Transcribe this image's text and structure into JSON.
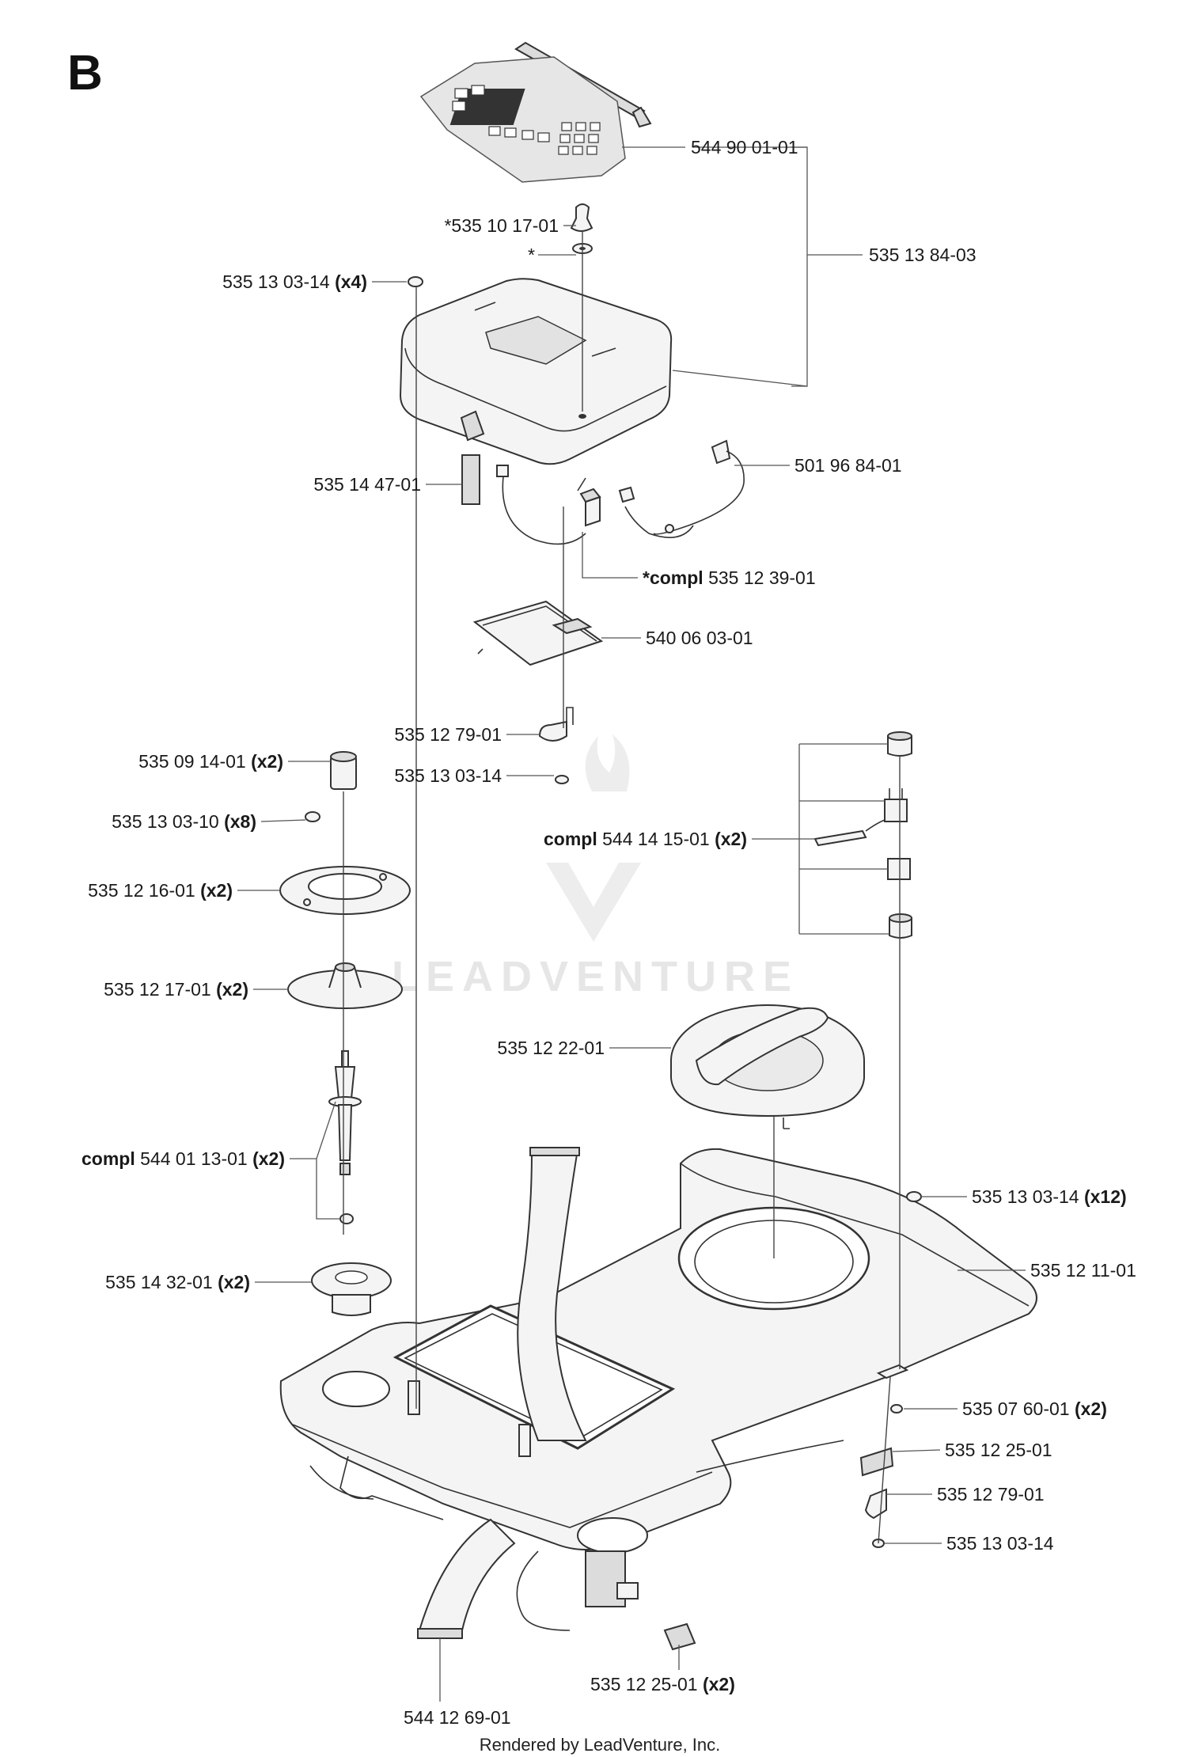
{
  "section_letter": "B",
  "watermark": "LEADVENTURE",
  "footer": "Rendered by LeadVenture, Inc.",
  "parts": [
    {
      "id": "p1",
      "plain": "544 90 01-01"
    },
    {
      "id": "p2",
      "plain": "*535 10 17-01"
    },
    {
      "id": "p3",
      "plain": "*"
    },
    {
      "id": "p4",
      "plain": "535 13 84-03"
    },
    {
      "id": "p5",
      "plain": "535 13 03-14 ",
      "qty": "(x4)"
    },
    {
      "id": "p6",
      "plain": "501 96 84-01"
    },
    {
      "id": "p7",
      "plain": "535 14 47-01"
    },
    {
      "id": "p8",
      "prefix": "*compl",
      "plain": " 535 12 39-01"
    },
    {
      "id": "p9",
      "plain": "540 06 03-01"
    },
    {
      "id": "p10",
      "plain": "535 12 79-01"
    },
    {
      "id": "p11",
      "plain": "535 13 03-14"
    },
    {
      "id": "p12",
      "plain": "535 09 14-01 ",
      "qty": "(x2)"
    },
    {
      "id": "p13",
      "plain": "535 13 03-10 ",
      "qty": "(x8)"
    },
    {
      "id": "p14",
      "prefix": "compl",
      "plain": " 544 14 15-01 ",
      "qty": "(x2)"
    },
    {
      "id": "p15",
      "plain": "535 12 16-01 ",
      "qty": "(x2)"
    },
    {
      "id": "p16",
      "plain": "535 12 17-01 ",
      "qty": "(x2)"
    },
    {
      "id": "p17",
      "plain": "535 12 22-01"
    },
    {
      "id": "p18",
      "prefix": "compl",
      "plain": " 544 01 13-01 ",
      "qty": "(x2)"
    },
    {
      "id": "p19",
      "plain": "535 13 03-14 ",
      "qty": "(x12)"
    },
    {
      "id": "p20",
      "plain": "535 14 32-01 ",
      "qty": "(x2)"
    },
    {
      "id": "p21",
      "plain": "535 12 11-01"
    },
    {
      "id": "p22",
      "plain": "535 07 60-01 ",
      "qty": "(x2)"
    },
    {
      "id": "p23",
      "plain": "535 12 25-01"
    },
    {
      "id": "p24",
      "plain": "535 12 79-01"
    },
    {
      "id": "p25",
      "plain": "535 13 03-14"
    },
    {
      "id": "p26",
      "plain": "535 12 25-01 ",
      "qty": "(x2)"
    },
    {
      "id": "p27",
      "plain": "544 12 69-01"
    }
  ]
}
